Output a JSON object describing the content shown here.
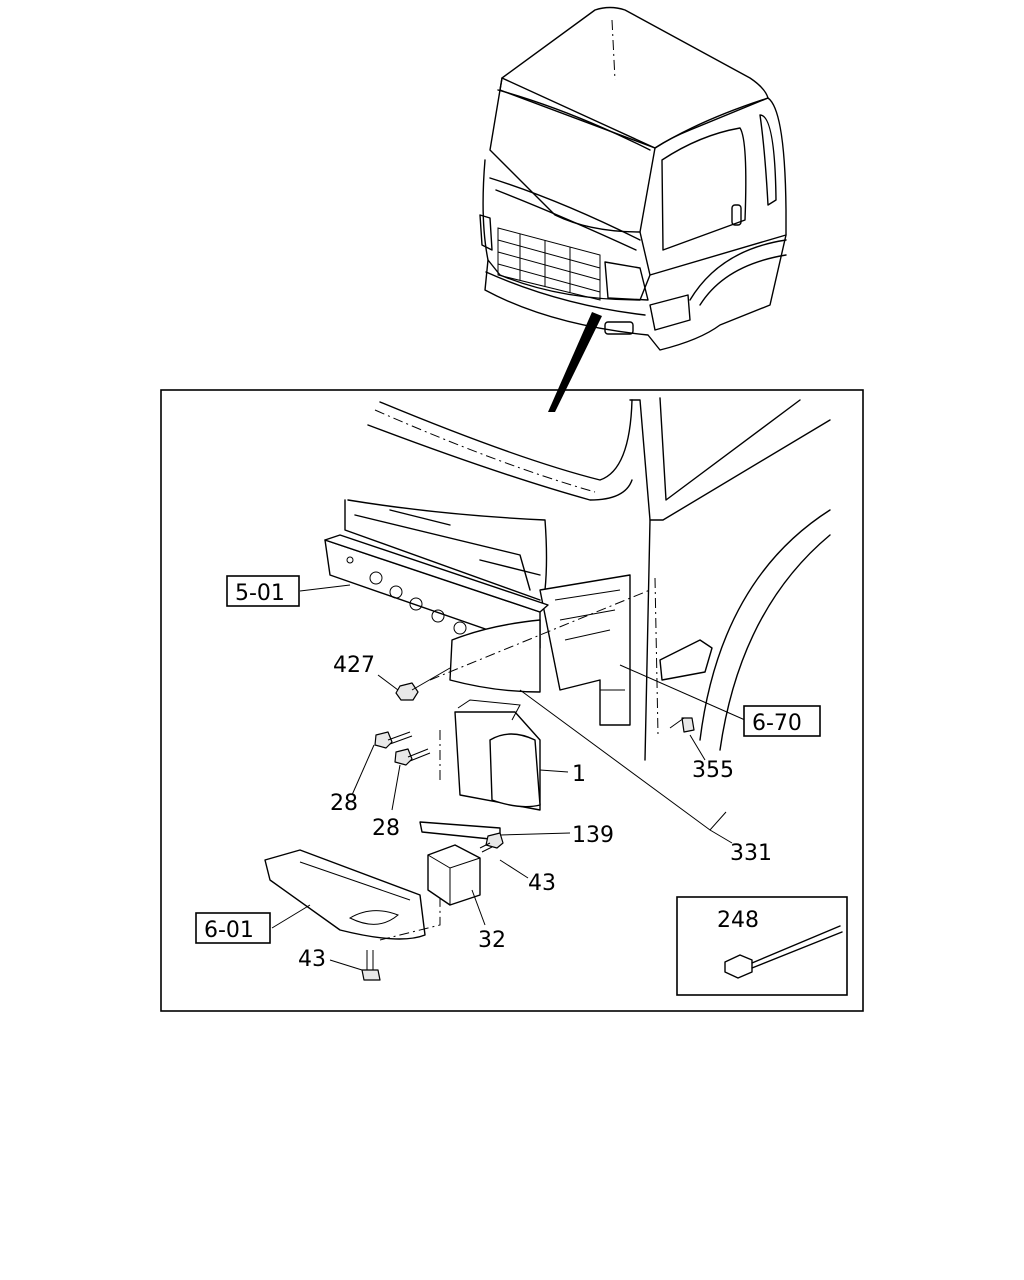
{
  "labels": {
    "ref_5_01": "5-01",
    "ref_6_70": "6-70",
    "ref_6_01": "6-01",
    "p427": "427",
    "p1": "1",
    "p28a": "28",
    "p28b": "28",
    "p355": "355",
    "p139": "139",
    "p331": "331",
    "p43a": "43",
    "p43b": "43",
    "p32": "32",
    "p248": "248"
  }
}
